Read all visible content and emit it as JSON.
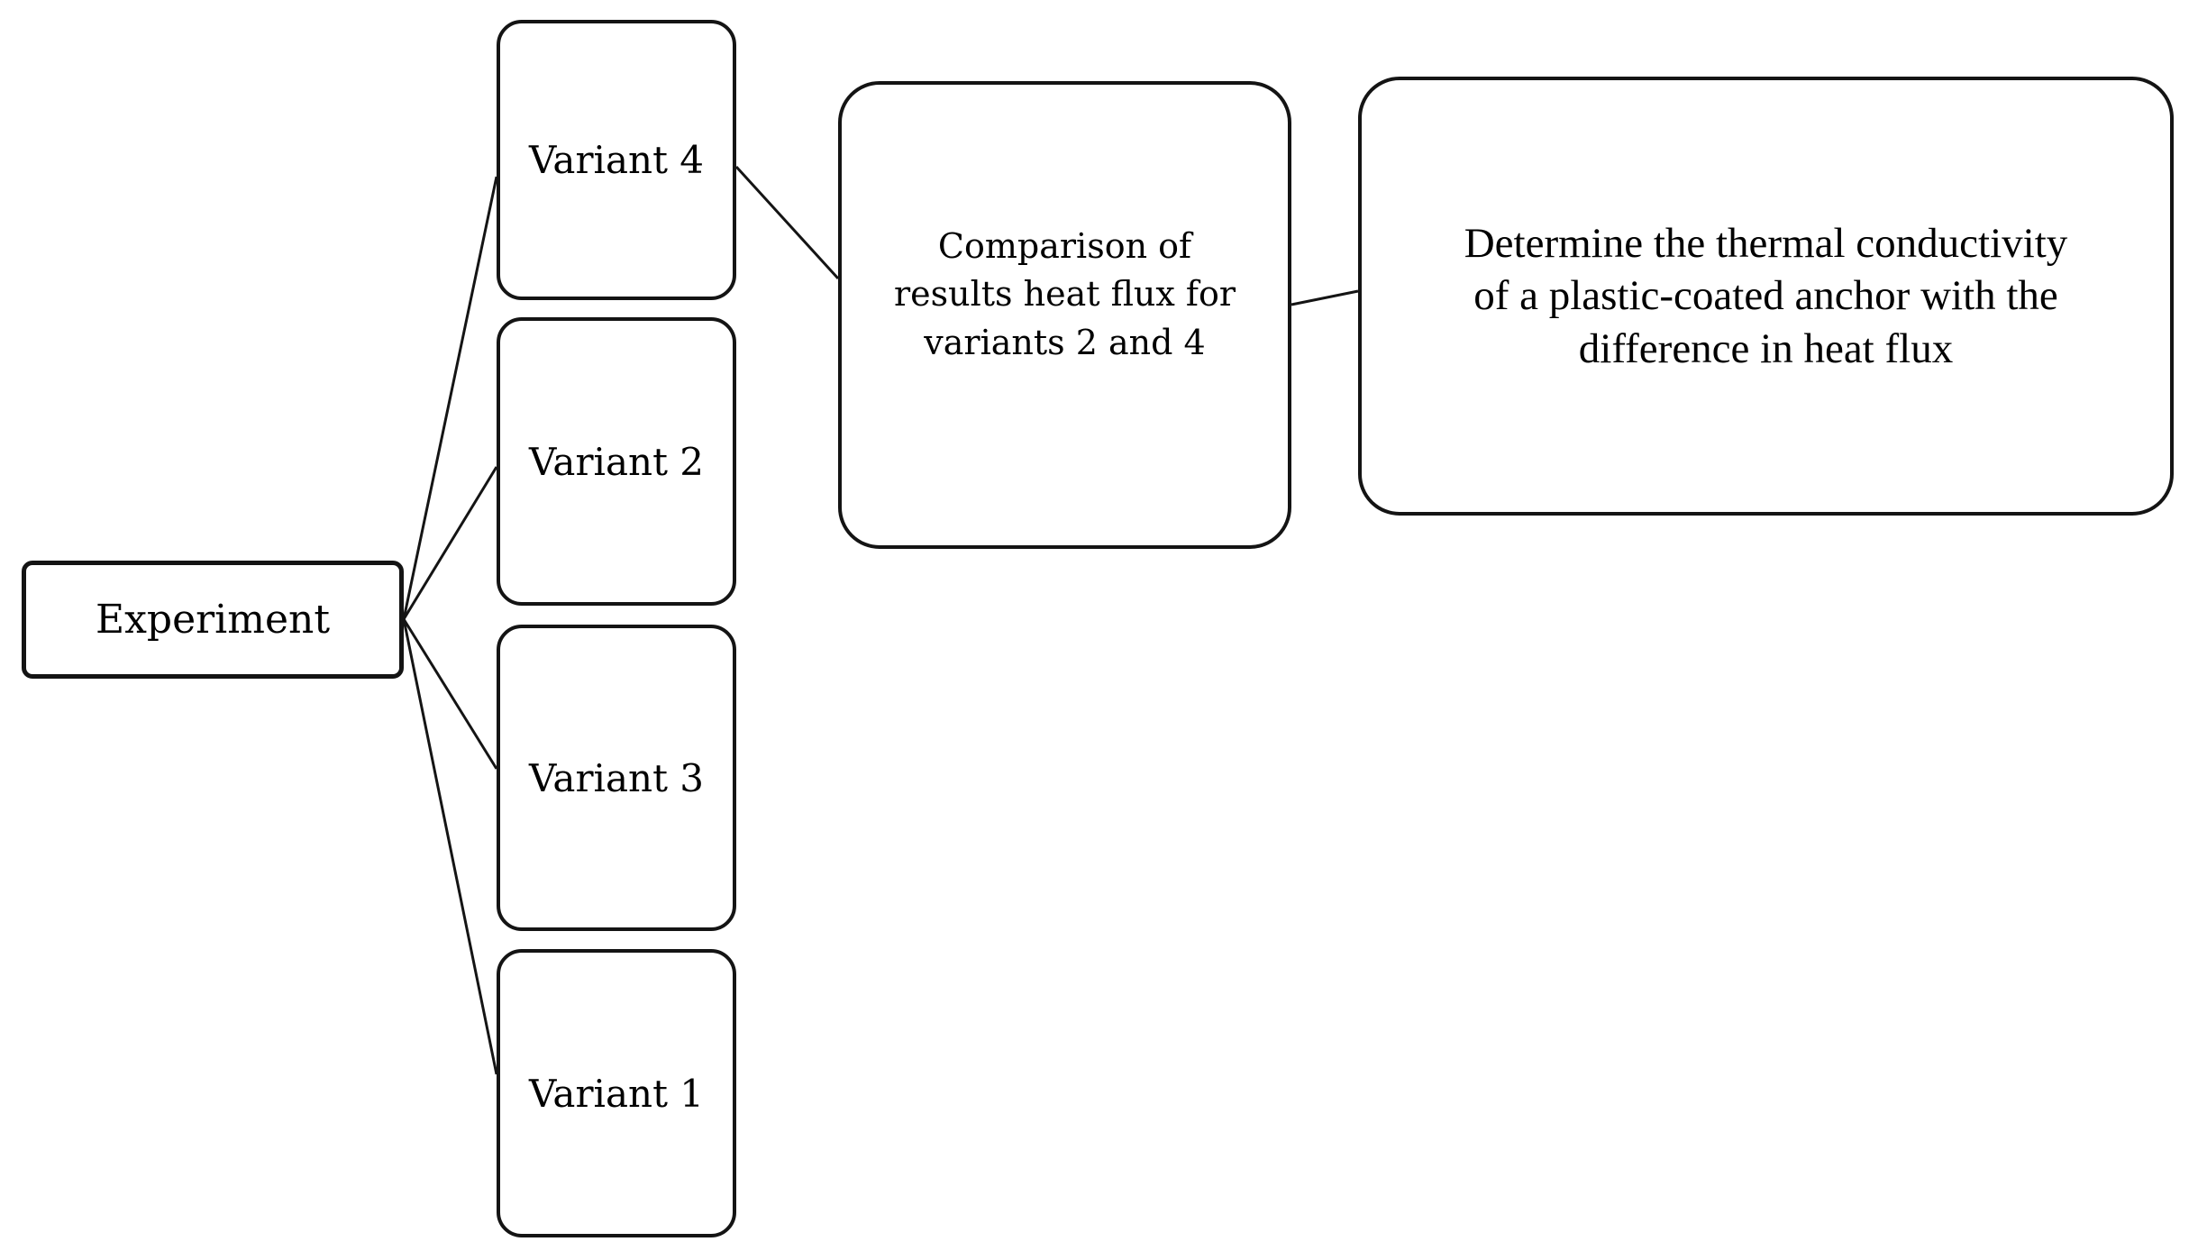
{
  "figure": {
    "background_color": "#ffffff",
    "stroke_color": "#141414",
    "nodes": {
      "experiment": {
        "label": "Experiment"
      },
      "variant4": {
        "label": "Variant 4"
      },
      "variant2": {
        "label": "Variant 2"
      },
      "variant3": {
        "label": "Variant 3"
      },
      "variant1": {
        "label": "Variant 1"
      },
      "comparison": {
        "label": [
          "Comparison of",
          "results heat flux for",
          "variants 2 and 4"
        ]
      },
      "goal": {
        "label": [
          "Determine the thermal conductivity",
          "of a plastic-coated anchor with the",
          "difference in heat flux"
        ]
      }
    },
    "edges": [
      {
        "from": "Experiment",
        "to": "Variant 4"
      },
      {
        "from": "Experiment",
        "to": "Variant 2"
      },
      {
        "from": "Experiment",
        "to": "Variant 3"
      },
      {
        "from": "Experiment",
        "to": "Variant 1"
      },
      {
        "from": "Variant 4",
        "to": "Comparison of results heat flux for variants 2 and 4"
      },
      {
        "from": "Comparison of results heat flux for variants 2 and 4",
        "to": "Determine the thermal conductivity of a plastic-coated anchor with the difference in heat flux"
      }
    ]
  }
}
